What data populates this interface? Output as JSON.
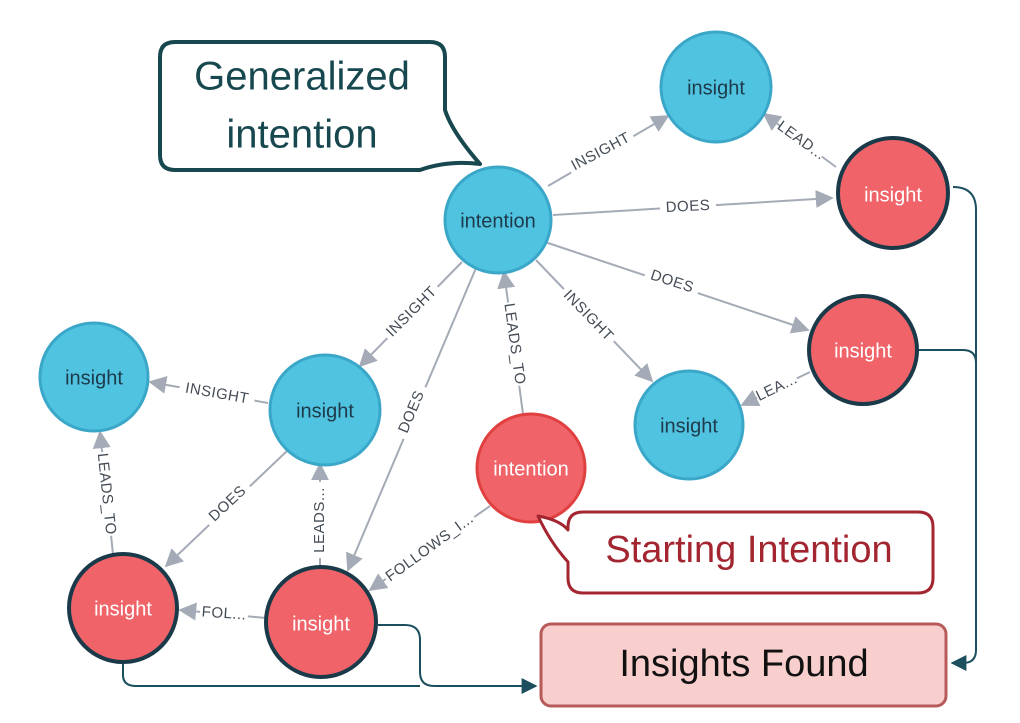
{
  "callouts": {
    "generalized_line1": "Generalized",
    "generalized_line2": "intention",
    "starting": "Starting Intention",
    "insights_found": "Insights Found"
  },
  "nodes": {
    "n_intention_top": "intention",
    "n_insight_top": "insight",
    "n_insight_red_top": "insight",
    "n_insight_red_mid": "insight",
    "n_insight_right": "insight",
    "n_insight_left": "insight",
    "n_insight_center": "insight",
    "n_intention_start": "intention",
    "n_insight_red_bl": "insight",
    "n_insight_red_bc": "insight"
  },
  "edges": {
    "e1": "INSIGHT",
    "e2": "LEAD...",
    "e3": "DOES",
    "e4": "DOES",
    "e5": "INSIGHT",
    "e6": "LEA...",
    "e7": "INSIGHT",
    "e8": "DOES",
    "e9": "LEADS_TO",
    "e10": "INSIGHT",
    "e11": "LEADS_TO",
    "e12": "DOES",
    "e13": "LEADS...",
    "e14": "FOL...",
    "e15": "FOLLOWS_I..."
  },
  "colors": {
    "blue_node": "#4fc3e0",
    "red_node": "#ef6369",
    "dark_border": "#1a3a4a",
    "edge": "#a4abb6",
    "callout_border_dark": "#17484f",
    "callout_border_red": "#a32530",
    "insights_fill": "#f8cfcd"
  }
}
